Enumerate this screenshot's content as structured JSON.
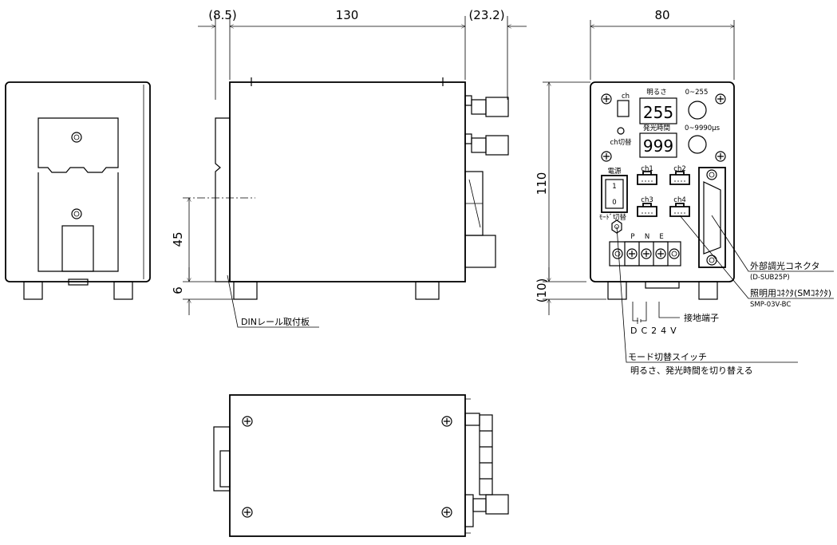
{
  "dimensions": {
    "din_offset": "(8.5)",
    "body_length": "130",
    "connector_protrusion": "(23.2)",
    "width": "80",
    "height": "110",
    "rail_height": "45",
    "rail_offset": "6",
    "foot_height": "(10)"
  },
  "front_panel": {
    "ch_label": "ch",
    "brightness_label": "明るさ",
    "brightness_range": "0~255",
    "brightness_display": "255",
    "emission_time_label": "発光時間",
    "emission_time_range": "0~9990μs",
    "emission_time_display": "999",
    "ch_switch_label": "ch切替",
    "power_label": "電源",
    "power_on": "1",
    "power_off": "0",
    "mode_switch_label": "ﾓｰﾄﾞ切替",
    "channels": [
      "ch1",
      "ch2",
      "ch3",
      "ch4"
    ],
    "terminals": [
      "P",
      "N",
      "E"
    ]
  },
  "annotations": {
    "din_plate": "DINレール取付板",
    "ext_connector": "外部調光コネクタ",
    "ext_connector_type": "(D-SUB25P)",
    "light_connector": "照明用ｺﾈｸﾀ(SMｺﾈｸﾀ)",
    "light_connector_type": "SMP-03V-BC",
    "ground_terminal": "接地端子",
    "power_supply": "DC24V",
    "mode_switch": "モード切替スイッチ",
    "mode_switch_desc": "明るさ、発光時間を切り替える"
  }
}
